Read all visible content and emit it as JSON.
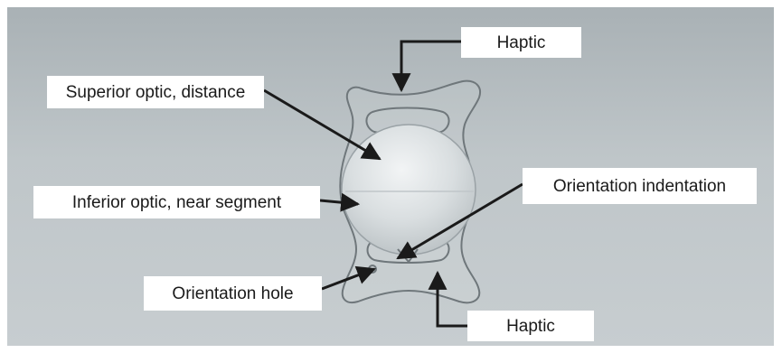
{
  "labels": {
    "haptic_top": "Haptic",
    "superior_optic": "Superior optic, distance",
    "inferior_optic": "Inferior optic, near segment",
    "orientation_indentation": "Orientation indentation",
    "orientation_hole": "Orientation hole",
    "haptic_bottom": "Haptic"
  },
  "colors": {
    "background": "#b8bfc3",
    "label_box": "#ffffff",
    "arrow": "#1a1a1a"
  }
}
